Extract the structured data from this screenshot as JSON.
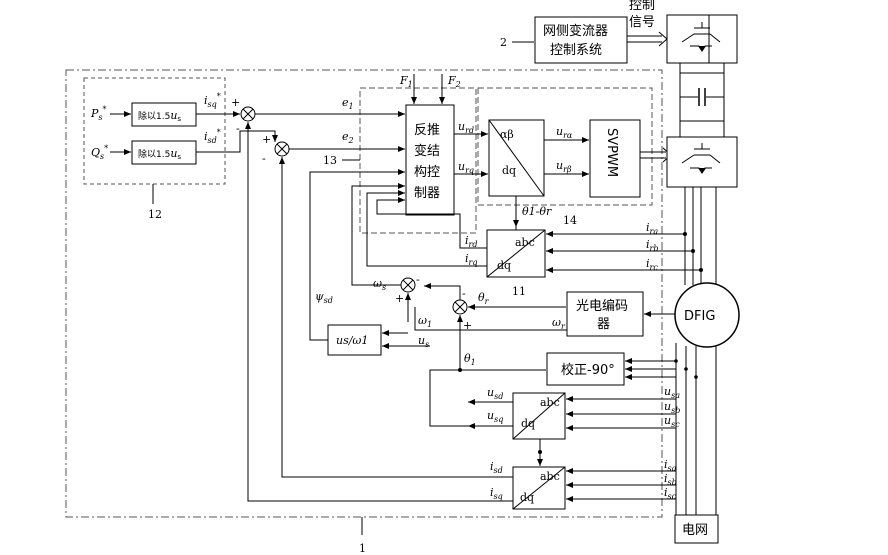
{
  "labels": {
    "ps": "P",
    "ps_sub": "s",
    "ps_sup": "*",
    "qs": "Q",
    "qs_sub": "s",
    "qs_sup": "*",
    "div15_a": "除以1.5",
    "div15_b": "除以1.5",
    "us_a": "u",
    "us_a_sub": "s",
    "us_b": "u",
    "us_b_sub": "s",
    "isq_ref": "i",
    "isq_ref_sub": "sq",
    "isq_ref_sup": "*",
    "isd_ref": "i",
    "isd_ref_sub": "sd",
    "isd_ref_sup": "*",
    "plus_a": "+",
    "minus_a": "-",
    "plus_b": "+",
    "minus_b": "-",
    "e1": "e",
    "e1_sub": "1",
    "e2": "e",
    "e2_sub": "2",
    "n12": "12",
    "n13": "13",
    "n14": "14",
    "n11": "11",
    "n2": "2",
    "n1": "1",
    "f1": "F",
    "f1_sub": "1",
    "f2": "F",
    "f2_sub": "2",
    "controller_l1": "反推",
    "controller_l2": "变结",
    "controller_l3": "构控",
    "controller_l4": "制器",
    "urd": "u",
    "urd_sub": "rd",
    "urq": "u",
    "urq_sub": "rq",
    "ab": "αβ",
    "dq_a": "dq",
    "ura": "u",
    "ura_sub": "rα",
    "urb": "u",
    "urb_sub": "rβ",
    "svpwm": "SVPWM",
    "theta_diff": "θ1-θr",
    "ird": "i",
    "ird_sub": "rd",
    "irq": "i",
    "irq_sub": "rq",
    "abc_a": "abc",
    "dq_b": "dq",
    "ira": "i",
    "ira_sub": "ra",
    "irb": "i",
    "irb_sub": "rb",
    "irc": "i",
    "irc_sub": "rc",
    "omega_s": "ω",
    "omega_s_sub": "s",
    "omega_1": "ω",
    "omega_1_sub": "1",
    "omega_r": "ω",
    "omega_r_sub": "r",
    "theta_r": "θ",
    "theta_r_sub": "r",
    "theta_1": "θ",
    "theta_1_sub": "1",
    "psi_sd": "ψ",
    "psi_sd_sub": "sd",
    "us_omega": "us/ω1",
    "us_in": "u",
    "us_in_sub": "s",
    "encoder_l1": "光电编码",
    "encoder_l2": "器",
    "correction": "校正-90°",
    "dfig": "DFIG",
    "usd": "u",
    "usd_sub": "sd",
    "usq": "u",
    "usq_sub": "sq",
    "usa": "u",
    "usa_sub": "sa",
    "usb": "u",
    "usb_sub": "sb",
    "usc": "u",
    "usc_sub": "sc",
    "abc_b": "abc",
    "dq_c": "dq",
    "isd": "i",
    "isd_sub": "sd",
    "isq": "i",
    "isq_sub": "sq",
    "isa": "i",
    "isa_sub": "sa",
    "isb": "i",
    "isb_sub": "sb",
    "isc": "i",
    "isc_sub": "sc",
    "abc_c": "abc",
    "dq_d": "dq",
    "grid_ctrl_l1": "网侧变流器",
    "grid_ctrl_l2": "控制系统",
    "ctrl_sig_l1": "控制",
    "ctrl_sig_l2": "信号",
    "grid": "电网"
  }
}
